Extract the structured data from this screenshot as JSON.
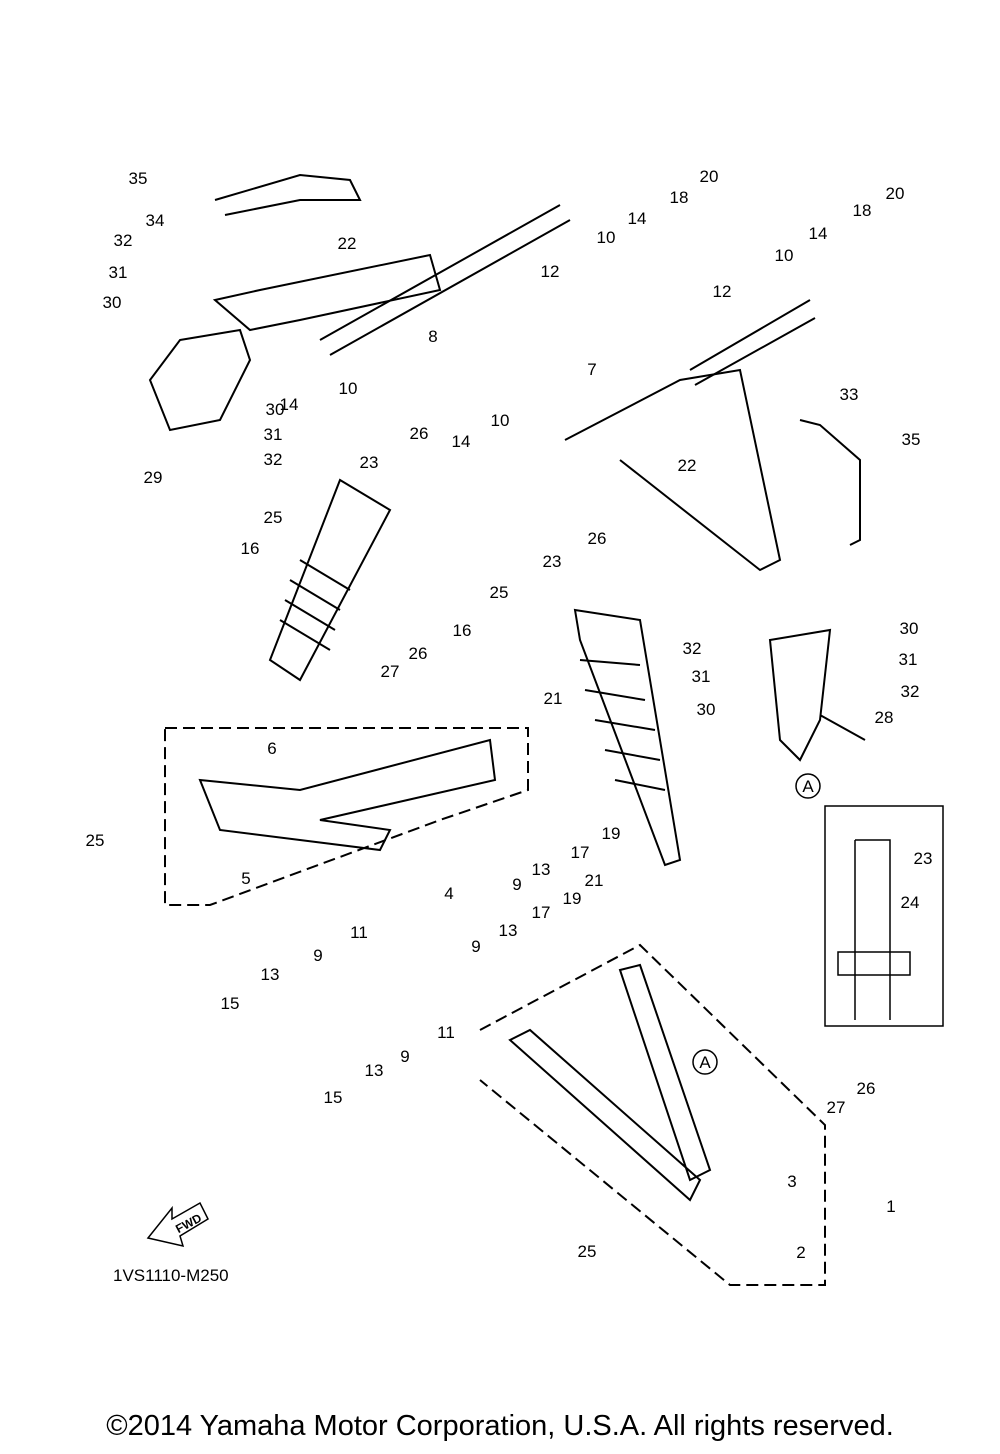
{
  "diagram": {
    "callouts": [
      "35",
      "34",
      "32",
      "31",
      "30",
      "22",
      "8",
      "12",
      "10",
      "14",
      "18",
      "20",
      "10",
      "14",
      "30",
      "31",
      "32",
      "29",
      "26",
      "23",
      "14",
      "10",
      "7",
      "12",
      "10",
      "14",
      "18",
      "20",
      "33",
      "35",
      "22",
      "25",
      "16",
      "23",
      "26",
      "25",
      "16",
      "30",
      "32",
      "31",
      "31",
      "32",
      "30",
      "28",
      "27",
      "26",
      "21",
      "6",
      "19",
      "17",
      "13",
      "9",
      "25",
      "5",
      "4",
      "11",
      "9",
      "13",
      "15",
      "21",
      "19",
      "17",
      "13",
      "9",
      "23",
      "24",
      "11",
      "9",
      "13",
      "15",
      "27",
      "26",
      "3",
      "1",
      "25",
      "2"
    ],
    "reference_marks": [
      "A",
      "A"
    ],
    "fwd_arrow_label": "FWD",
    "diagram_code": "1VS1110-M250"
  },
  "footer": {
    "copyright": "©2014 Yamaha Motor Corporation, U.S.A. All rights reserved."
  }
}
